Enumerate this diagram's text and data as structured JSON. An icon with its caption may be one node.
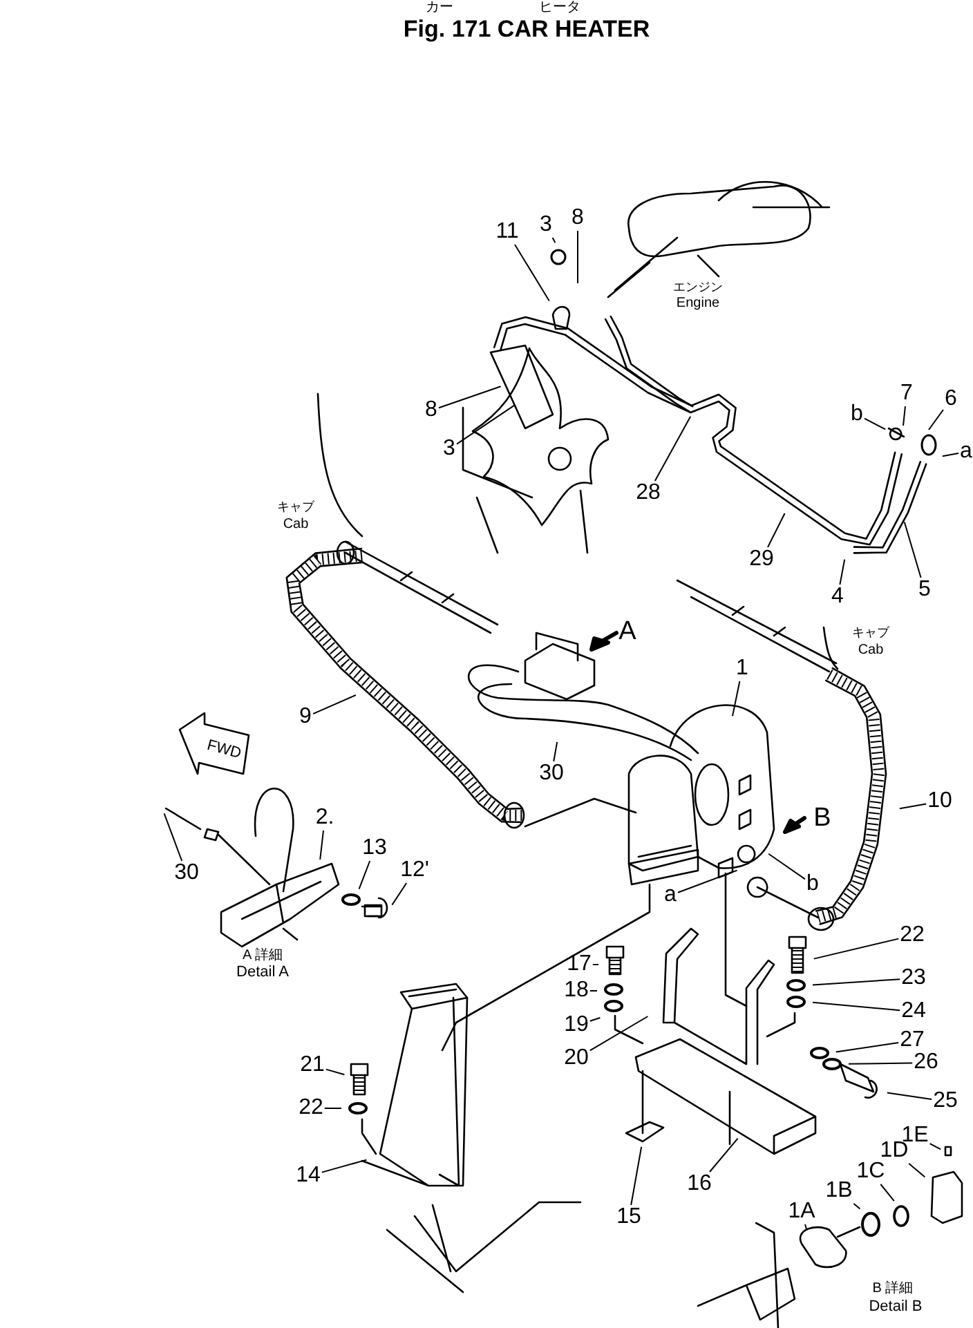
{
  "diagram": {
    "title": "Fig. 171 CAR HEATER",
    "nodes": [
      {
        "text": [
          "3"
        ]
      },
      {
        "text": [
          "8"
        ]
      },
      {
        "text": [
          "11"
        ]
      },
      {
        "text": [
          "8"
        ]
      },
      {
        "text": [
          "b"
        ]
      },
      {
        "text": [
          "7"
        ]
      },
      {
        "text": [
          "6"
        ]
      },
      {
        "text": [
          "a"
        ]
      },
      {
        "text": [
          "3"
        ]
      },
      {
        "text": [
          "28"
        ]
      },
      {
        "text": [
          "29"
        ]
      },
      {
        "text": [
          "5"
        ]
      },
      {
        "text": [
          "4"
        ]
      },
      {
        "text": [
          "1"
        ]
      },
      {
        "text": [
          "9"
        ]
      },
      {
        "text": [
          "30"
        ]
      },
      {
        "text": [
          "10"
        ]
      },
      {
        "text": [
          "2."
        ]
      },
      {
        "text": [
          "13"
        ]
      },
      {
        "text": [
          "30"
        ]
      },
      {
        "text": [
          "12'"
        ]
      },
      {
        "text": [
          "b"
        ]
      },
      {
        "text": [
          "a"
        ]
      },
      {
        "text": [
          "22"
        ]
      },
      {
        "text": [
          "17"
        ]
      },
      {
        "text": [
          "23"
        ]
      },
      {
        "text": [
          "18"
        ]
      },
      {
        "text": [
          "24"
        ]
      },
      {
        "text": [
          "19"
        ]
      },
      {
        "text": [
          "27"
        ]
      },
      {
        "text": [
          "20"
        ]
      },
      {
        "text": [
          "21"
        ]
      },
      {
        "text": [
          "26"
        ]
      },
      {
        "text": [
          "25"
        ]
      },
      {
        "text": [
          "22"
        ]
      },
      {
        "text": [
          "1E"
        ]
      },
      {
        "text": [
          "1D"
        ]
      },
      {
        "text": [
          "14"
        ]
      },
      {
        "text": [
          "1C"
        ]
      },
      {
        "text": [
          "16"
        ]
      },
      {
        "text": [
          "1B"
        ]
      },
      {
        "text": [
          "1A"
        ]
      },
      {
        "text": [
          "15"
        ]
      }
    ],
    "edges": [
      {
        "from": 0,
        "to": null,
        "arrow": "none"
      },
      {
        "from": 1,
        "to": null,
        "arrow": "none"
      },
      {
        "from": 2,
        "to": null,
        "arrow": "none"
      },
      {
        "from": 3,
        "to": null,
        "arrow": "none"
      },
      {
        "from": 4,
        "to": null,
        "arrow": "none"
      },
      {
        "from": 5,
        "to": null,
        "arrow": "none"
      },
      {
        "from": 6,
        "to": null,
        "arrow": "none"
      },
      {
        "from": 7,
        "to": null,
        "arrow": "none"
      },
      {
        "from": 8,
        "to": null,
        "arrow": "none"
      },
      {
        "from": 9,
        "to": null,
        "arrow": "none"
      },
      {
        "from": 10,
        "to": null,
        "arrow": "none"
      },
      {
        "from": 11,
        "to": null,
        "arrow": "none"
      },
      {
        "from": 12,
        "to": null,
        "arrow": "none"
      },
      {
        "from": 13,
        "to": null,
        "arrow": "none"
      },
      {
        "from": 14,
        "to": null,
        "arrow": "none"
      },
      {
        "from": 15,
        "to": null,
        "arrow": "none"
      },
      {
        "from": 16,
        "to": null,
        "arrow": "none"
      },
      {
        "from": 17,
        "to": null,
        "arrow": "none"
      },
      {
        "from": 18,
        "to": null,
        "arrow": "none"
      },
      {
        "from": 19,
        "to": null,
        "arrow": "none"
      },
      {
        "from": 20,
        "to": null,
        "arrow": "none"
      },
      {
        "from": 21,
        "to": null,
        "arrow": "none"
      },
      {
        "from": 22,
        "to": null,
        "arrow": "none"
      },
      {
        "from": 23,
        "to": null,
        "arrow": "none"
      },
      {
        "from": 24,
        "to": null,
        "arrow": "none"
      },
      {
        "from": 25,
        "to": null,
        "arrow": "none"
      },
      {
        "from": 26,
        "to": null,
        "arrow": "none"
      },
      {
        "from": 27,
        "to": null,
        "arrow": "none"
      },
      {
        "from": 28,
        "to": null,
        "arrow": "none"
      },
      {
        "from": 29,
        "to": null,
        "arrow": "none"
      },
      {
        "from": 30,
        "to": null,
        "arrow": "none"
      },
      {
        "from": 31,
        "to": null,
        "arrow": "none"
      },
      {
        "from": 32,
        "to": null,
        "arrow": "none"
      },
      {
        "from": 33,
        "to": null,
        "arrow": "none"
      },
      {
        "from": 34,
        "to": null,
        "arrow": "none"
      },
      {
        "from": 35,
        "to": null,
        "arrow": "none"
      },
      {
        "from": 36,
        "to": null,
        "arrow": "none"
      },
      {
        "from": 37,
        "to": null,
        "arrow": "none"
      },
      {
        "from": 38,
        "to": null,
        "arrow": "none"
      },
      {
        "from": 39,
        "to": null,
        "arrow": "none"
      },
      {
        "from": 40,
        "to": null,
        "arrow": "none"
      },
      {
        "from": 41,
        "to": null,
        "arrow": "none"
      },
      {
        "from": 42,
        "to": null,
        "arrow": "none"
      }
    ],
    "labels": [
      "カー",
      "ヒータ",
      "エンジン",
      "Engine",
      "キャブ",
      "Cab",
      "A",
      "キャブ",
      "Cab",
      "FWD",
      "B",
      "A 詳細",
      "Detail A",
      "B 詳細",
      "Detail B"
    ]
  }
}
